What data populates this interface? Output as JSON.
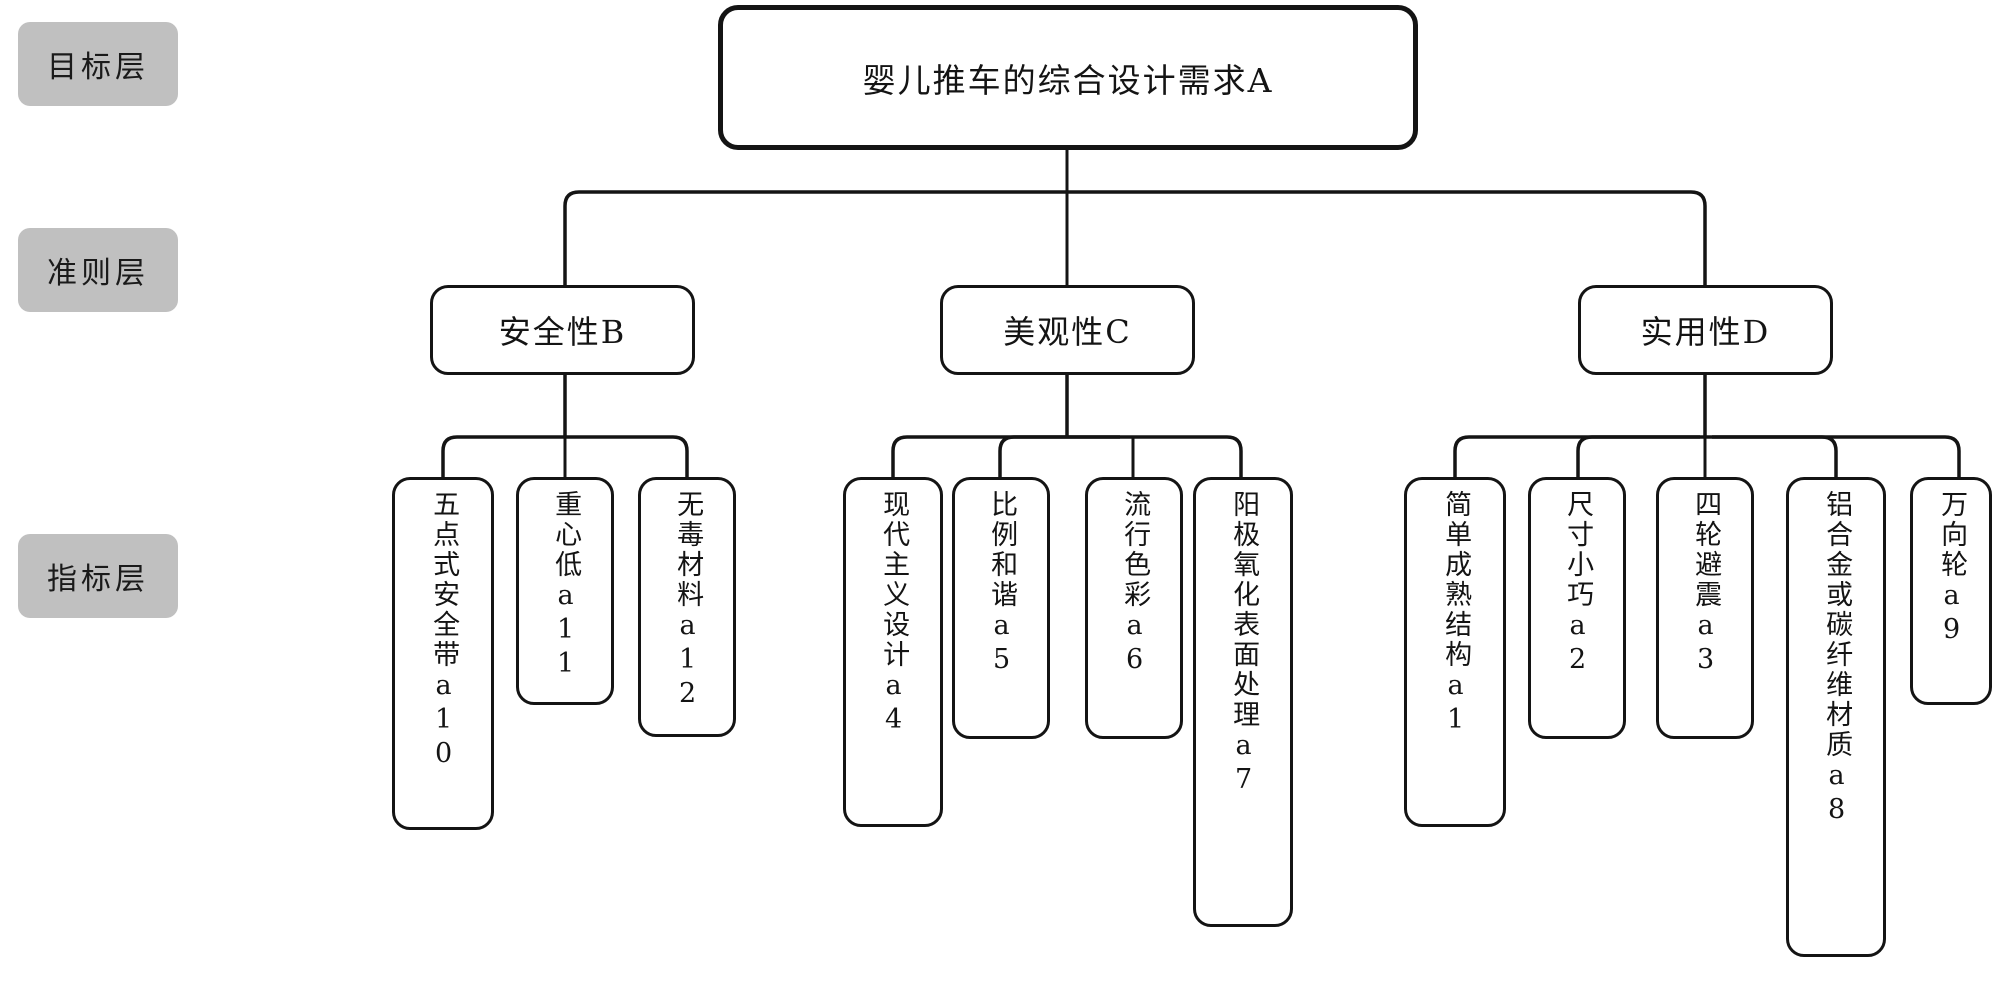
{
  "diagram": {
    "title": "婴儿推车的综合设计需求A",
    "type": "hierarchy-tree",
    "colors": {
      "layer_tag_fill": "#c0c0c0",
      "node_stroke": "#141414",
      "node_fill": "#ffffff",
      "text": "#141414"
    }
  },
  "layer_tags": [
    {
      "label": "目标层",
      "name": "goal-layer"
    },
    {
      "label": "准则层",
      "name": "criteria-layer"
    },
    {
      "label": "指标层",
      "name": "indicator-layer"
    }
  ],
  "root": {
    "label": "婴儿推车的综合设计需求A",
    "code": "A"
  },
  "criteria": [
    {
      "label": "安全性B",
      "code": "B"
    },
    {
      "label": "美观性C",
      "code": "C"
    },
    {
      "label": "实用性D",
      "code": "D"
    }
  ],
  "indicators": {
    "B": [
      {
        "label": "五点式安全带",
        "code": "a10"
      },
      {
        "label": "重心低",
        "code": "a11"
      },
      {
        "label": "无毒材料",
        "code": "a12"
      }
    ],
    "C": [
      {
        "label": "现代主义设计",
        "code": "a4"
      },
      {
        "label": "比例和谐",
        "code": "a5"
      },
      {
        "label": "流行色彩",
        "code": "a6"
      },
      {
        "label": "阳极氧化表面处理",
        "code": "a7"
      }
    ],
    "D": [
      {
        "label": "简单成熟结构",
        "code": "a1"
      },
      {
        "label": "尺寸小巧",
        "code": "a2"
      },
      {
        "label": "四轮避震",
        "code": "a3"
      },
      {
        "label": "铝合金或碳纤维材质",
        "code": "a8"
      },
      {
        "label": "万向轮",
        "code": "a9"
      }
    ]
  }
}
